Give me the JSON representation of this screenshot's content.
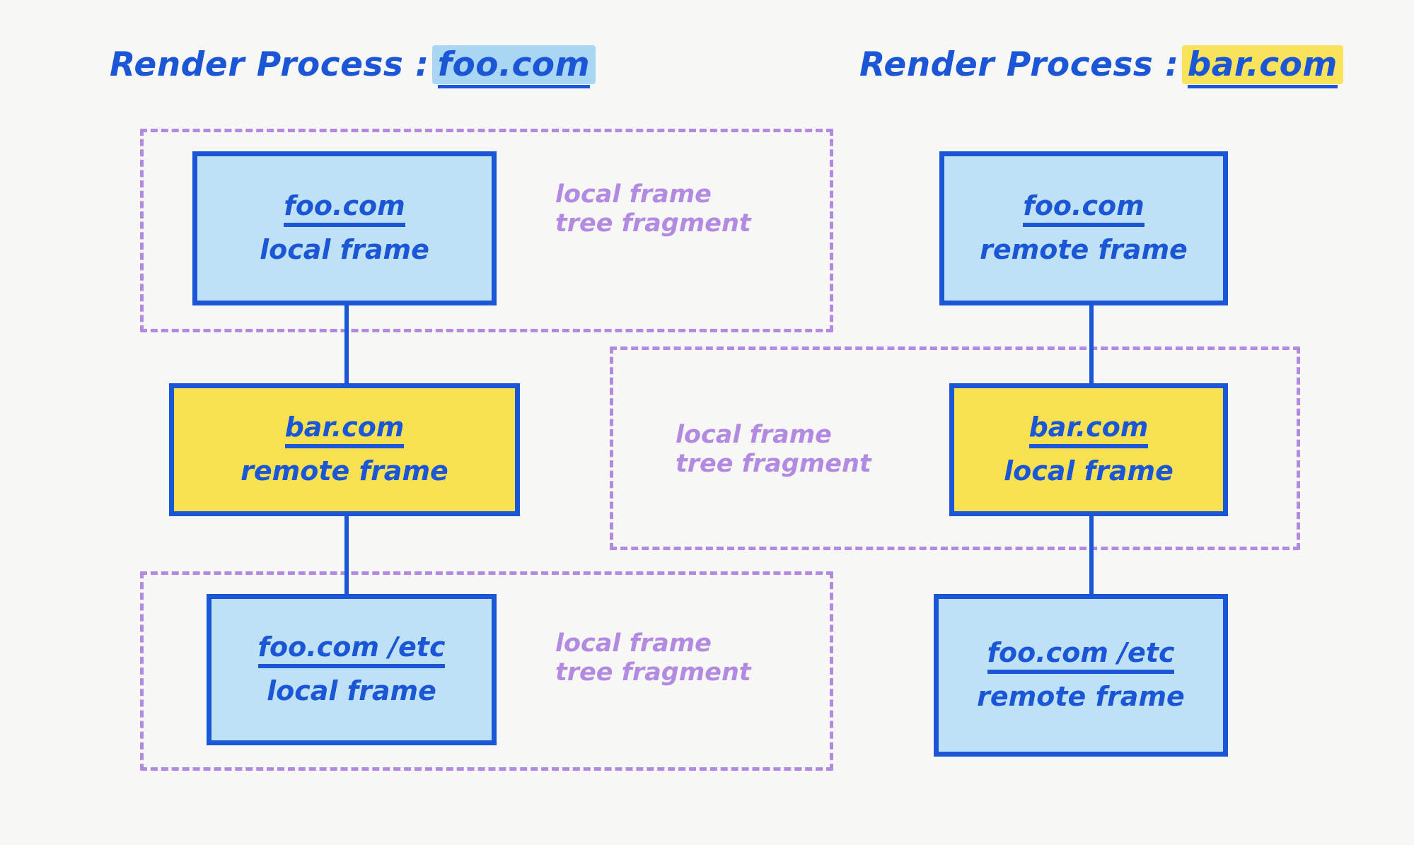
{
  "diagram": {
    "title_left": {
      "label": "Render Process :",
      "host": "foo.com",
      "highlight_color": "#a9d6f2"
    },
    "title_right": {
      "label": "Render Process :",
      "host": "bar.com",
      "highlight_color": "#f8e35a"
    },
    "fragment_label": {
      "line1": "local frame",
      "line2": "tree fragment"
    },
    "colors": {
      "ink": "#1a56d6",
      "blue_fill": "#bfe1f5",
      "yellow_fill": "#f7e151",
      "purple": "#b28ae2",
      "background": "#f7f7f5"
    },
    "left_column": {
      "nodes": [
        {
          "host": "foo.com",
          "kind": "local frame",
          "fill": "blue"
        },
        {
          "host": "bar.com",
          "kind": "remote frame",
          "fill": "yellow"
        },
        {
          "host": "foo.com /etc",
          "kind": "local frame",
          "fill": "blue"
        }
      ]
    },
    "right_column": {
      "nodes": [
        {
          "host": "foo.com",
          "kind": "remote frame",
          "fill": "blue"
        },
        {
          "host": "bar.com",
          "kind": "local frame",
          "fill": "yellow"
        },
        {
          "host": "foo.com /etc",
          "kind": "remote frame",
          "fill": "blue"
        }
      ]
    },
    "fragments": [
      {
        "name": "left-top-fragment",
        "labelled": true
      },
      {
        "name": "middle-fragment",
        "labelled": true
      },
      {
        "name": "left-bottom-fragment",
        "labelled": true
      }
    ]
  }
}
